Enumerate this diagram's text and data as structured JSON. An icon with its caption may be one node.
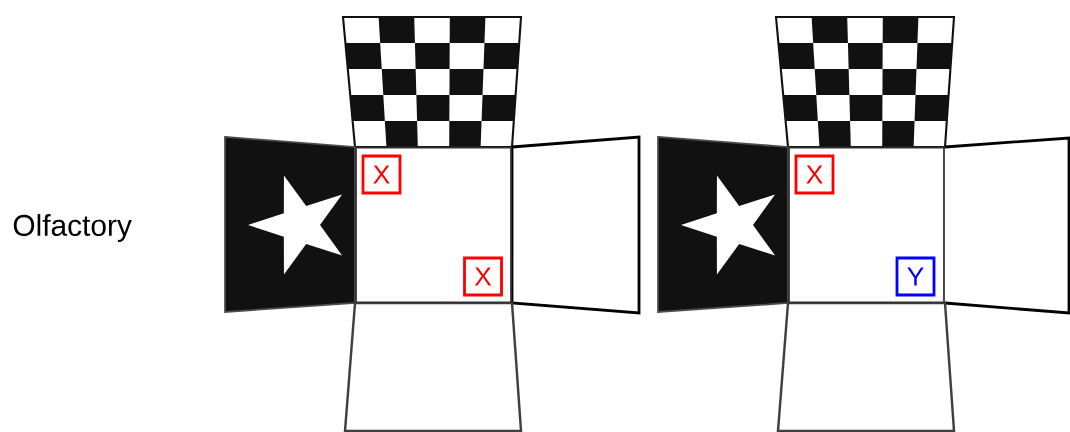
{
  "diagram": {
    "nodes": [
      {
        "text": [],
        "shape": "box"
      },
      {
        "text": [
          "X"
        ],
        "in": 0
      },
      {
        "text": [
          "X"
        ],
        "in": 0
      },
      {
        "text": [],
        "shape": "box"
      },
      {
        "text": [
          "X"
        ],
        "in": 3
      },
      {
        "text": [
          "Y"
        ],
        "in": 3
      }
    ],
    "labels": [
      "Olfactory"
    ]
  }
}
